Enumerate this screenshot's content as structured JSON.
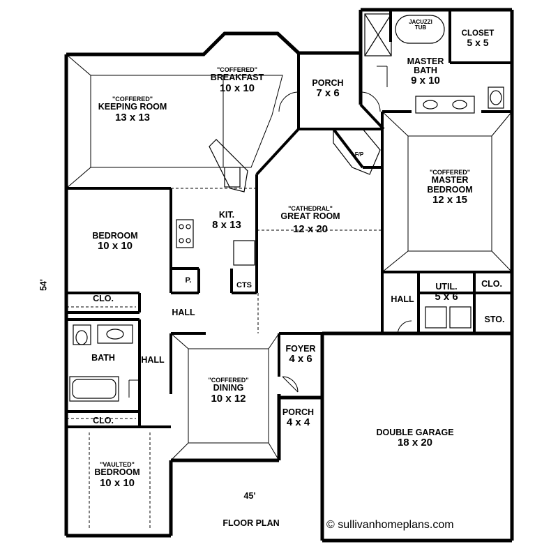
{
  "rooms": {
    "jacuzzi": {
      "name_line1": "JACUZZI",
      "name_line2": "TUB"
    },
    "closet_master": {
      "name": "CLOSET",
      "dims": "5 x 5"
    },
    "master_bath": {
      "name_line1": "MASTER",
      "name_line2": "BATH",
      "dims": "9 x 10"
    },
    "porch_rear": {
      "name": "PORCH",
      "dims": "7 x 6"
    },
    "breakfast": {
      "tag": "\"COFFERED\"",
      "name": "BREAKFAST",
      "dims": "10 x 10"
    },
    "keeping": {
      "tag": "\"COFFERED\"",
      "name": "KEEPING ROOM",
      "dims": "13 x 13"
    },
    "fireplace": {
      "name": "F/P"
    },
    "master_bedroom": {
      "tag": "\"COFFERED\"",
      "name_line1": "MASTER",
      "name_line2": "BEDROOM",
      "dims": "12 x 15"
    },
    "kitchen": {
      "name": "KIT.",
      "dims": "8 x 13"
    },
    "great_room": {
      "tag": "\"CATHEDRAL\"",
      "name": "GREAT ROOM",
      "dims": "12 x 20"
    },
    "bedroom_1": {
      "name": "BEDROOM",
      "dims": "10 x 10"
    },
    "pantry": {
      "name": "P."
    },
    "cts": {
      "name": "CTS"
    },
    "closet_1": {
      "name": "CLO."
    },
    "hall_1": {
      "name": "HALL"
    },
    "hall_2": {
      "name": "HALL"
    },
    "hall_3": {
      "name": "HALL"
    },
    "util": {
      "name": "UTIL.",
      "dims": "5 x 6"
    },
    "closet_util": {
      "name": "CLO."
    },
    "storage": {
      "name": "STO."
    },
    "bath": {
      "name": "BATH"
    },
    "foyer": {
      "name": "FOYER",
      "dims": "4 x 6"
    },
    "dining": {
      "tag": "\"COFFERED\"",
      "name": "DINING",
      "dims": "10 x 12"
    },
    "porch_front": {
      "name": "PORCH",
      "dims": "4 x 4"
    },
    "garage": {
      "name": "DOUBLE GARAGE",
      "dims": "18 x 20"
    },
    "closet_2": {
      "name": "CLO."
    },
    "bedroom_2": {
      "tag": "\"VAULTED\"",
      "name": "BEDROOM",
      "dims": "10 x 10"
    }
  },
  "dimensions": {
    "depth": "54'",
    "width": "45'"
  },
  "title": "FLOOR PLAN",
  "copyright": "© sullivanhomeplans.com"
}
